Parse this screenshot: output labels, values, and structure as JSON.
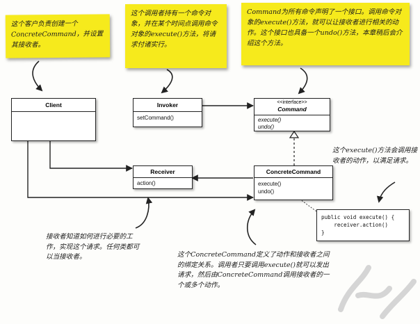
{
  "notes": {
    "client_note": "这个客户负责创建一个ConcreteCommand，并设置其接收者。",
    "invoker_note": "这个调用者持有一个命令对象，并在某个时间点调用命令对象的execute()方法，将请求付诸实行。",
    "command_note": "Command为所有命令声明了一个接口。调用命令对象的execute()方法，就可以让接收者进行相关的动作。这个接口也具备一个undo()方法，本章稍后会介绍这个方法。",
    "execute_note": "这个execute()方法会调用接收者的动作，以满足请求。",
    "receiver_note": "接收者知道如何进行必要的工作，实现这个请求。任何类都可以当接收者。",
    "concrete_note": "这个ConcreteCommand定义了动作和接收者之间的绑定关系。调用者只要调用execute()就可以发出请求，然后由ConcreteCommand调用接收者的一个或多个动作。"
  },
  "classes": {
    "client": {
      "name": "Client"
    },
    "invoker": {
      "name": "Invoker",
      "methods": [
        "setCommand()"
      ]
    },
    "command": {
      "stereotype": "<<interface>>",
      "name": "Command",
      "methods": [
        "execute()",
        "undo()"
      ]
    },
    "receiver": {
      "name": "Receiver",
      "methods": [
        "action()"
      ]
    },
    "concrete": {
      "name": "ConcreteCommand",
      "methods": [
        "execute()",
        "undo()"
      ]
    }
  },
  "code": {
    "line1": "public void execute() {",
    "line2": "    receiver.action()",
    "line3": "}"
  }
}
